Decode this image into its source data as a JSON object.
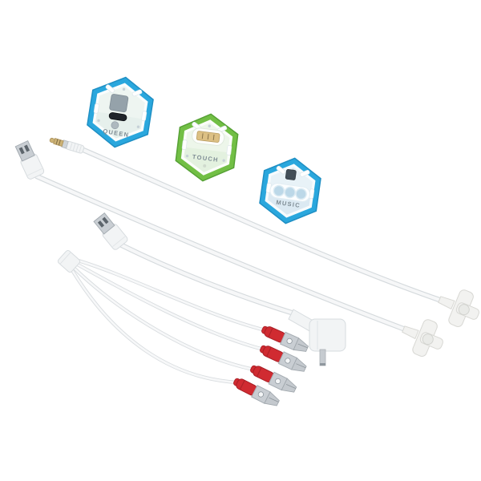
{
  "scene": {
    "type": "product-photo",
    "background": "#ffffff",
    "subject": "Electronics kit: three hexagonal snap modules and four white cables with connectors and alligator clips"
  },
  "colors": {
    "module_blue": "#2aa7dd",
    "module_blue_edge": "#1f8fc4",
    "module_green": "#72bf45",
    "module_green_edge": "#56a135",
    "clip_red": "#d02b31",
    "clip_red_edge": "#a81f26",
    "cable_white": "#f6f7f8",
    "cable_edge": "#d5dadd",
    "metal_silver": "#c9ced3",
    "jack_gold": "#cdb376",
    "label_gray": "#7e8c94"
  },
  "modules": [
    {
      "id": "queen",
      "label": "QUEEN",
      "frame_color": "#2aa7dd",
      "shape": "hexagon",
      "features": [
        "gray-square-component",
        "micro-usb-port",
        "round-button"
      ]
    },
    {
      "id": "touch",
      "label": "TOUCH",
      "frame_color": "#72bf45",
      "shape": "hexagon",
      "features": [
        "gold-edge-connector"
      ]
    },
    {
      "id": "music",
      "label": "MUSIC",
      "frame_color": "#2aa7dd",
      "shape": "hexagon",
      "features": [
        "speaker-square",
        "three-round-buttons"
      ]
    }
  ],
  "cables": [
    {
      "id": "cable-audio-to-t",
      "color": "white",
      "ends": [
        "3.5mm-audio-jack",
        "t-connector"
      ]
    },
    {
      "id": "cable-usb-to-t",
      "color": "white",
      "ends": [
        "usb-a-plug",
        "t-connector"
      ]
    },
    {
      "id": "cable-usb-to-right-angle",
      "color": "white",
      "ends": [
        "usb-a-plug",
        "right-angle-plug"
      ]
    },
    {
      "id": "cable-harness-clips",
      "color": "white",
      "ends": [
        "block-connector",
        "alligator-clips"
      ],
      "clip_count": 4,
      "clip_color": "red"
    }
  ]
}
